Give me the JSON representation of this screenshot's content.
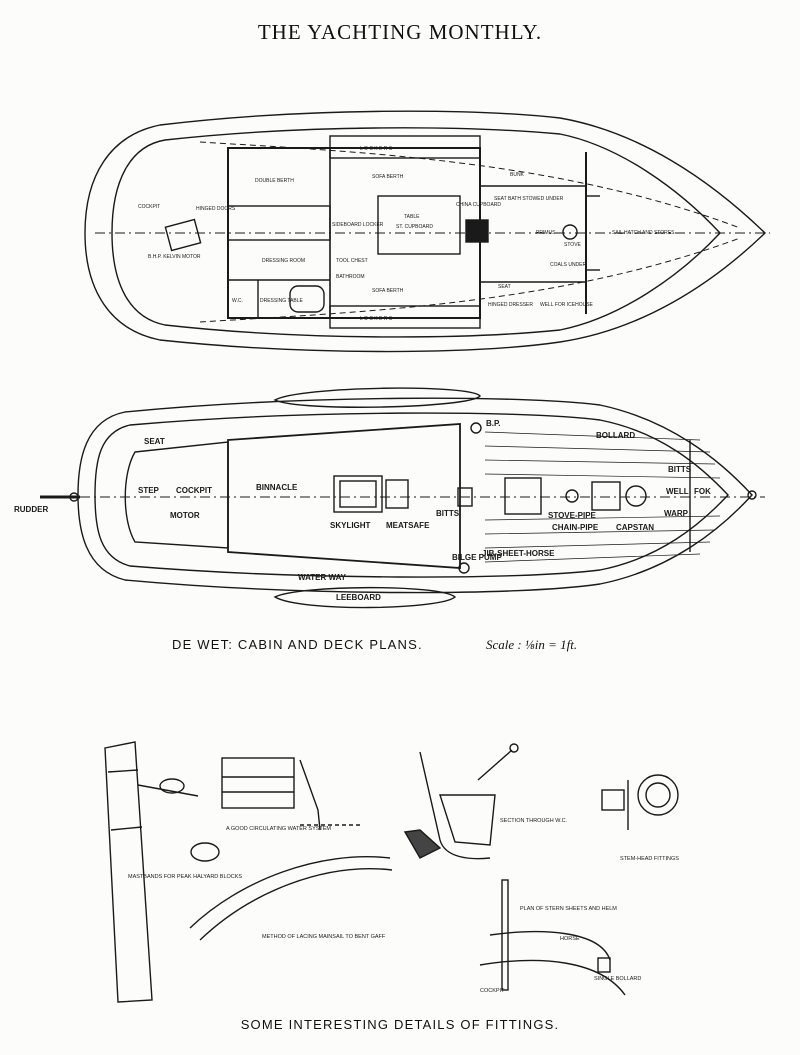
{
  "header": {
    "title": "THE YACHTING MONTHLY."
  },
  "cabin_plan": {
    "labels": {
      "cockpit": "COCKPIT",
      "hinged_doors": "HINGED DOORS",
      "double_berth": "DOUBLE BERTH",
      "bp_motor": "B.H.P. KELVIN MOTOR",
      "sofa_berth_top": "SOFA BERTH",
      "sofa_berth_bottom": "SOFA BERTH",
      "lockers_top": "L O C K E R S",
      "lockers_bottom": "L O C K E R S",
      "bunk": "BUNK",
      "seat_bath": "SEAT BATH STOWED UNDER",
      "table": "TABLE",
      "st_cupboard": "ST. CUPBOARD",
      "china_cupboard": "CHINA CUPBOARD",
      "sideboard": "SIDEBOARD LOCKER",
      "primus": "PRIMUS",
      "stove": "STOVE",
      "sail_hatch": "SAIL HATCH AND STORES",
      "coals": "COALS UNDER",
      "dressing_room": "DRESSING ROOM",
      "tool_chest": "TOOL CHEST",
      "bathroom": "BATHROOM",
      "wc": "W.C.",
      "dressing_table": "DRESSING TABLE",
      "seat": "SEAT",
      "hinged_dresser": "HINGED DRESSER",
      "well": "WELL FOR ICEHOUSE"
    }
  },
  "deck_plan": {
    "labels": {
      "seat": "SEAT",
      "step": "STEP",
      "cockpit": "COCKPIT",
      "motor": "MOTOR",
      "binnacle": "BINNACLE",
      "skylight": "SKYLIGHT",
      "meatsafe": "MEATSAFE",
      "bitts": "BITTS",
      "bp": "B.P.",
      "bollard": "BOLLARD",
      "stove_pipe": "STOVE-PIPE",
      "chain_pipe": "CHAIN-PIPE",
      "capstan": "CAPSTAN",
      "bitts2": "BITTS",
      "well": "WELL",
      "fok": "FOK",
      "warp": "WARP",
      "rudder": "RUDDER",
      "bilge_pump": "BILGE PUMP",
      "jib_sheet": "JIB-SHEET-HORSE",
      "waterway": "WATER WAY",
      "leeboard": "LEEBOARD"
    }
  },
  "caption_plans": "DE WET: CABIN AND DECK PLANS.",
  "scale_text": "Scale : ⅛in = 1ft.",
  "details": {
    "labels": {
      "mastbands": "MASTBANDS FOR PEAK HALYARD BLOCKS",
      "circulating": "A GOOD CIRCULATING WATER SYSTEM",
      "lacing": "METHOD OF LACING MAINSAIL TO BENT GAFF",
      "wc_section": "SECTION THROUGH W.C.",
      "stemhead": "STEM-HEAD FITTINGS",
      "stern": "PLAN OF STERN SHEETS AND HELM",
      "bollard": "SINGLE BOLLARD",
      "cockpit": "COCKPIT",
      "horse": "HORSE"
    }
  },
  "caption_details": "SOME INTERESTING DETAILS OF FITTINGS."
}
